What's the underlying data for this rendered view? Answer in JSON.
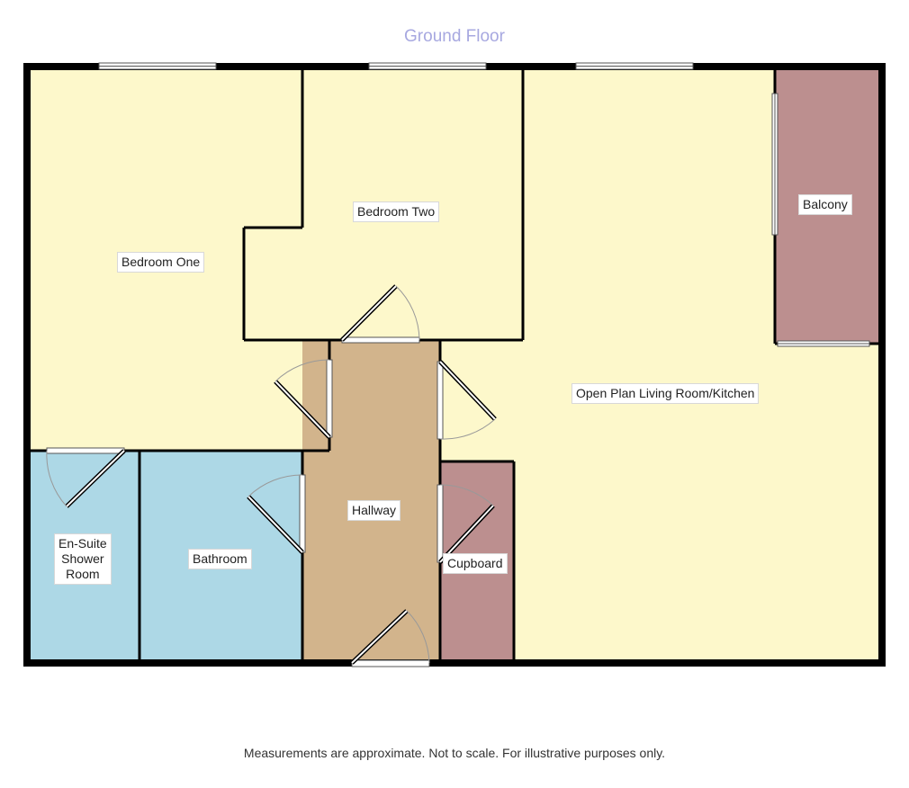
{
  "header": {
    "title": "Ground Floor"
  },
  "footer": {
    "disclaimer": "Measurements are approximate. Not to scale. For illustrative purposes only."
  },
  "rooms": {
    "bedroom_one": "Bedroom One",
    "bedroom_two": "Bedroom Two",
    "balcony": "Balcony",
    "living": "Open Plan Living Room/Kitchen",
    "hallway": "Hallway",
    "cupboard": "Cupboard",
    "bathroom": "Bathroom",
    "ensuite_line1": "En-Suite",
    "ensuite_line2": "Shower",
    "ensuite_line3": "Room"
  },
  "colors": {
    "bedroom": "#fdf8cb",
    "wet_room": "#add8e6",
    "hallway": "#d2b48c",
    "storage": "#bc8f8f",
    "wall": "#000000",
    "title": "#a7a8e0"
  }
}
